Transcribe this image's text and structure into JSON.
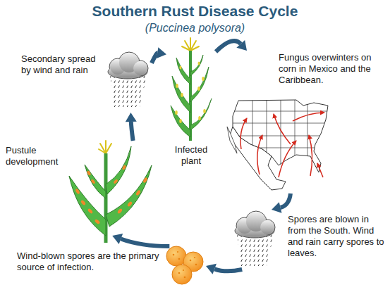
{
  "diagram": {
    "title": "Southern Rust Disease Cycle",
    "nodes": [
      {
        "text": [
          "Infected plant"
        ]
      },
      {
        "text": [
          "Fungus overwinters on corn in Mexico and the Caribbean."
        ]
      },
      {
        "text": [
          "Spores are blown in from the South. Wind and rain carry spores to leaves."
        ]
      },
      {
        "text": [
          "Wind-blown spores are the primary source of infection."
        ]
      },
      {
        "text": [
          "Pustule development"
        ]
      },
      {
        "text": [
          "Secondary spread by wind and rain"
        ]
      }
    ],
    "edges": [
      {
        "from": 0,
        "to": 1,
        "arrow": "to"
      },
      {
        "from": 1,
        "to": 2,
        "arrow": "to"
      },
      {
        "from": 2,
        "to": 3,
        "arrow": "to"
      },
      {
        "from": 3,
        "to": 4,
        "arrow": "to"
      },
      {
        "from": 4,
        "to": 5,
        "arrow": "to"
      },
      {
        "from": 5,
        "to": 0,
        "arrow": "to"
      }
    ],
    "labels": [
      "(Puccinea polysora)"
    ]
  }
}
